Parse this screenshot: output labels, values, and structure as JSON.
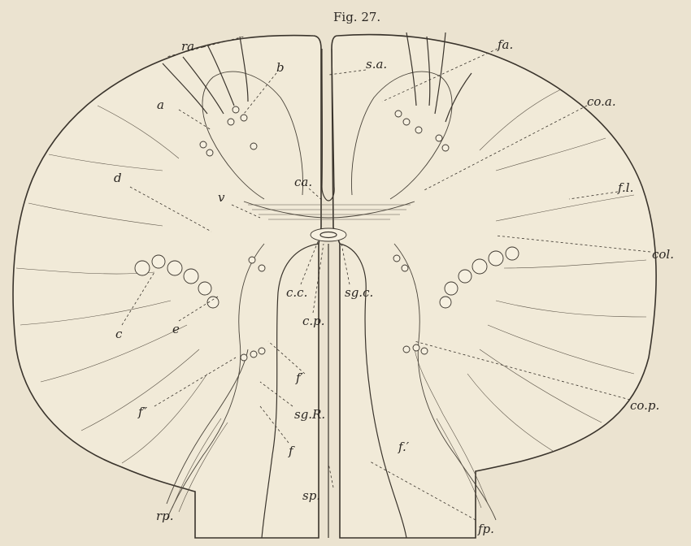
{
  "figure": {
    "title": "Fig. 27."
  },
  "labels": {
    "ra": "ra",
    "b": "b",
    "a": "a",
    "d": "d",
    "v": "v",
    "ca": "ca.",
    "sa": "s.a.",
    "fa": "fa.",
    "coa": "co.a.",
    "fl": "f.l.",
    "col": "col.",
    "cc": "c.c.",
    "cp": "c.p.",
    "sgc": "sg.c.",
    "c": "c",
    "e": "e",
    "f_prime": "f′",
    "f_dprime": "f″",
    "sgR": "sg.R.",
    "f": "f",
    "f_prime_right": "f.′",
    "cop": "co.p.",
    "rp": "rp.",
    "sp": "sp.",
    "fp": "fp."
  }
}
